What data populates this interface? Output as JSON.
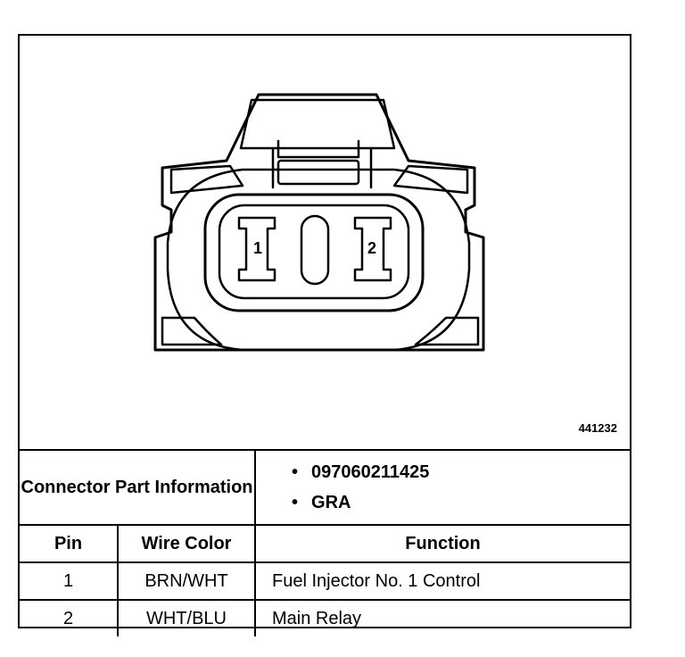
{
  "figure": {
    "id": "441232",
    "pins": [
      "1",
      "2"
    ]
  },
  "table": {
    "part_info_label": "Connector Part Information",
    "part_info_items": [
      "097060211425",
      "GRA"
    ],
    "bullet": "•",
    "headers": {
      "pin": "Pin",
      "wire_color": "Wire Color",
      "function": "Function"
    },
    "rows": [
      {
        "pin": "1",
        "wire_color": "BRN/WHT",
        "function": "Fuel Injector No. 1 Control"
      },
      {
        "pin": "2",
        "wire_color": "WHT/BLU",
        "function": "Main Relay"
      }
    ]
  }
}
